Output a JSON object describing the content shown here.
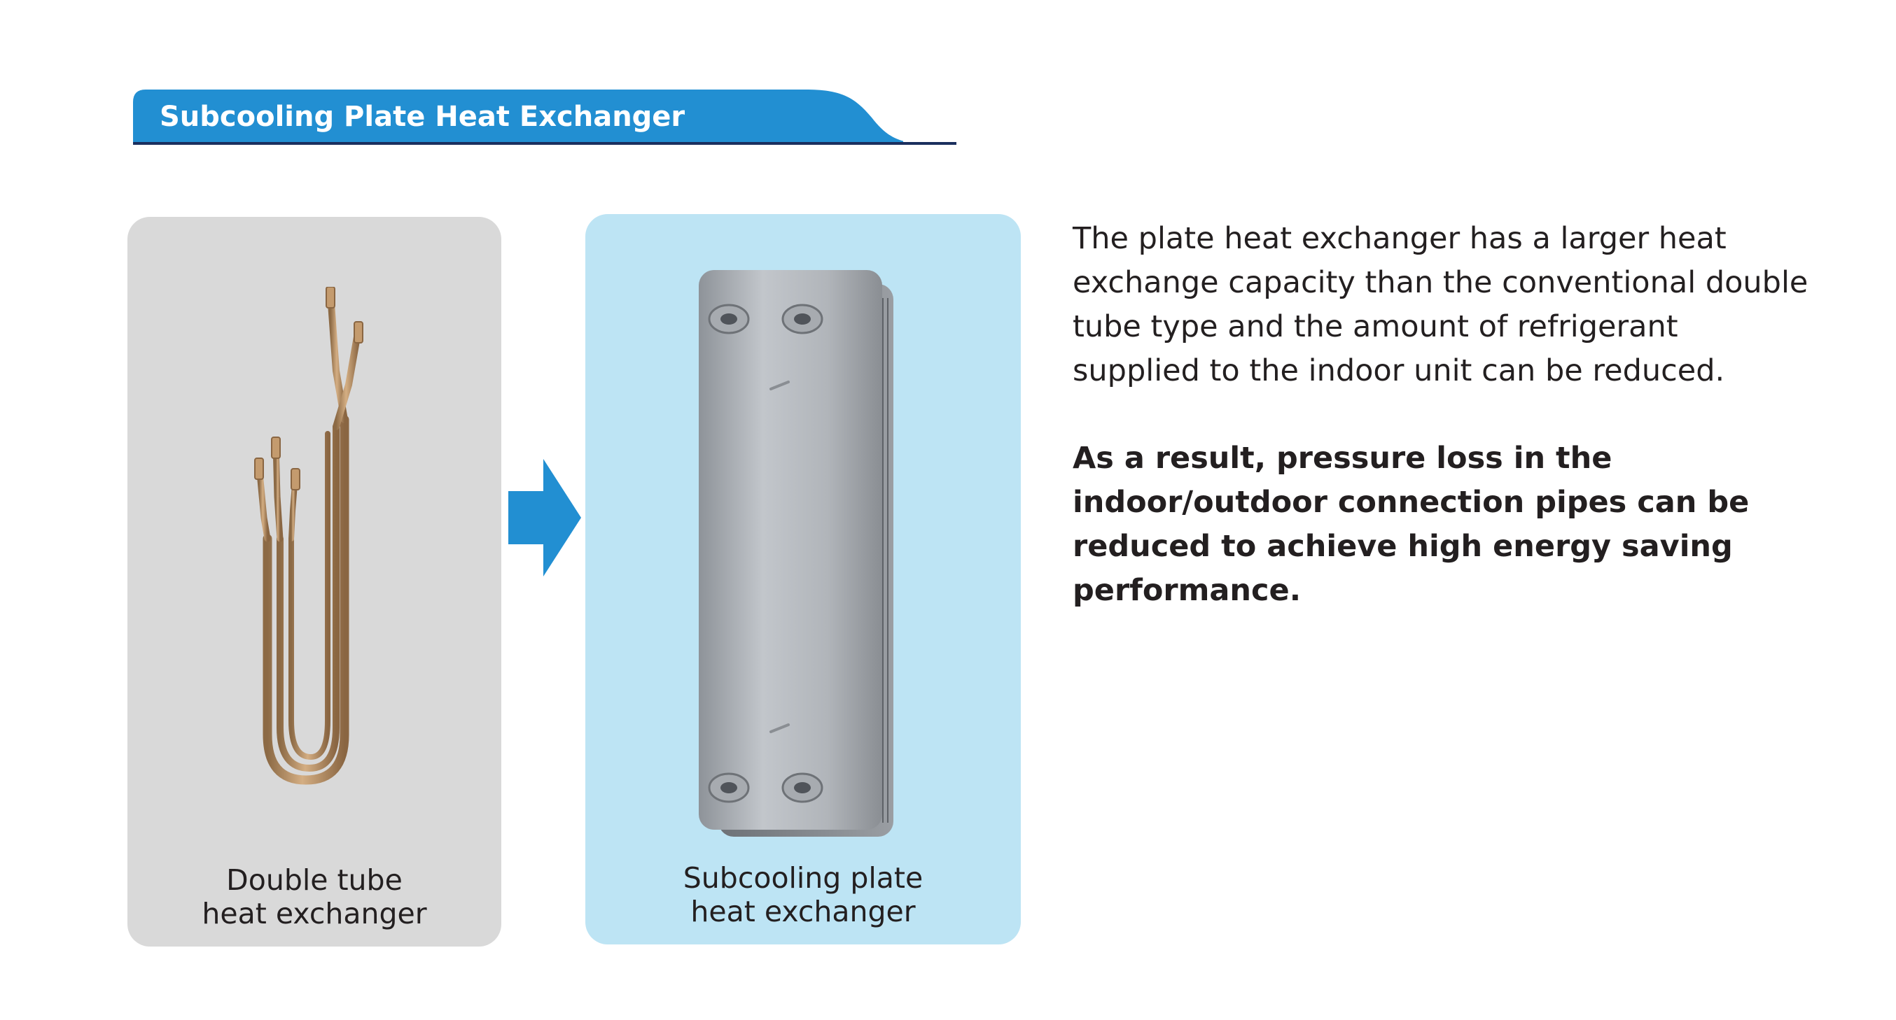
{
  "header": {
    "title": "Subcooling Plate Heat Exchanger",
    "tab_color": "#228fd2",
    "rule_color": "#1b2f5e"
  },
  "panels": [
    {
      "caption_lines": [
        "Double tube",
        "heat exchanger"
      ],
      "background": "#d9d9d9",
      "icon": "double-tube-heat-exchanger-illustration"
    },
    {
      "caption_lines": [
        "Subcooling plate",
        "heat exchanger"
      ],
      "background": "#bde4f4",
      "icon": "plate-heat-exchanger-illustration"
    }
  ],
  "arrow": {
    "icon": "right-arrow-icon",
    "color": "#228fd2"
  },
  "description": {
    "regular_lines": [
      "The plate heat exchanger has a larger heat",
      "exchange capacity than the conventional double",
      "tube type and the amount of refrigerant",
      "supplied to the indoor unit can be reduced."
    ],
    "bold_lines": [
      "As a result, pressure loss in the",
      "indoor/outdoor connection pipes can be",
      "reduced to achieve high energy saving",
      "performance."
    ]
  }
}
